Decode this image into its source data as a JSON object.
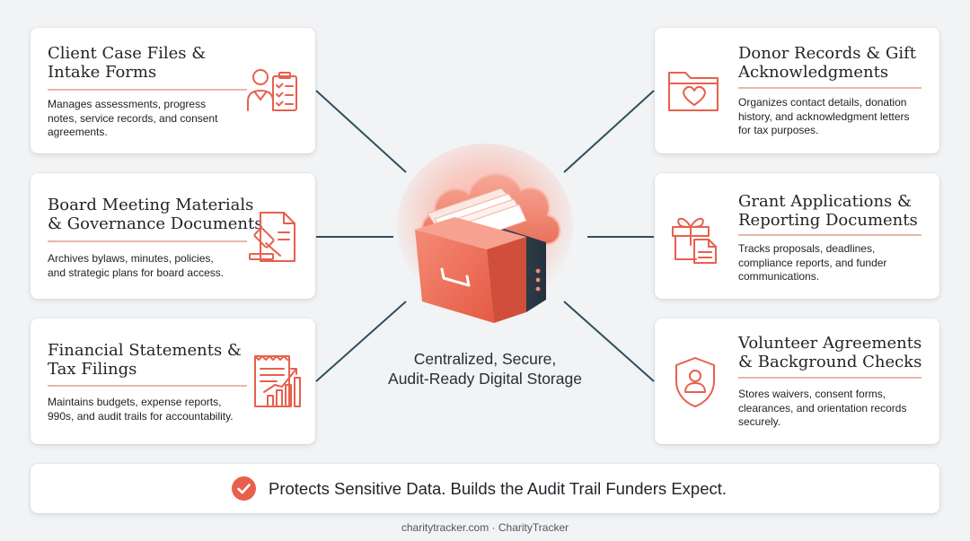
{
  "colors": {
    "accent": "#e8604c",
    "accent_light": "#f3a596",
    "connector": "#2f4f5f",
    "card_bg": "#ffffff",
    "page_bg": "#f1f3f5"
  },
  "cards_left": [
    {
      "title": "Client Case Files &\nIntake Forms",
      "description": "Manages assessments, progress\nnotes, service records, and consent\nagreements.",
      "icon": "client-checklist-icon"
    },
    {
      "title": "Board Meeting Materials\n& Governance Documents",
      "description": "Archives bylaws, minutes, policies,\nand strategic plans for board access.",
      "icon": "gavel-document-icon"
    },
    {
      "title": "Financial Statements &\nTax Filings",
      "description": "Maintains budgets, expense reports,\n990s, and audit trails for accountability.",
      "icon": "financial-report-chart-icon"
    }
  ],
  "cards_right": [
    {
      "title": "Donor Records & Gift\nAcknowledgments",
      "description": "Organizes contact details, donation\nhistory, and acknowledgment letters\nfor tax purposes.",
      "icon": "heart-folder-icon"
    },
    {
      "title": "Grant Applications &\nReporting Documents",
      "description": "Tracks proposals, deadlines,\ncompliance reports, and funder\ncommunications.",
      "icon": "gift-document-icon"
    },
    {
      "title": "Volunteer Agreements\n& Background Checks",
      "description": "Stores waivers, consent forms,\nclearances, and orientation records\nsecurely.",
      "icon": "shield-person-icon"
    }
  ],
  "hub": {
    "caption": "Centralized, Secure,\nAudit-Ready Digital Storage",
    "icon": "cloud-file-cabinet-icon"
  },
  "banner": {
    "text": "Protects Sensitive Data. Builds the Audit Trail Funders Expect.",
    "icon": "check-circle-icon"
  },
  "footer": {
    "text": "charitytracker.com · CharityTracker"
  }
}
